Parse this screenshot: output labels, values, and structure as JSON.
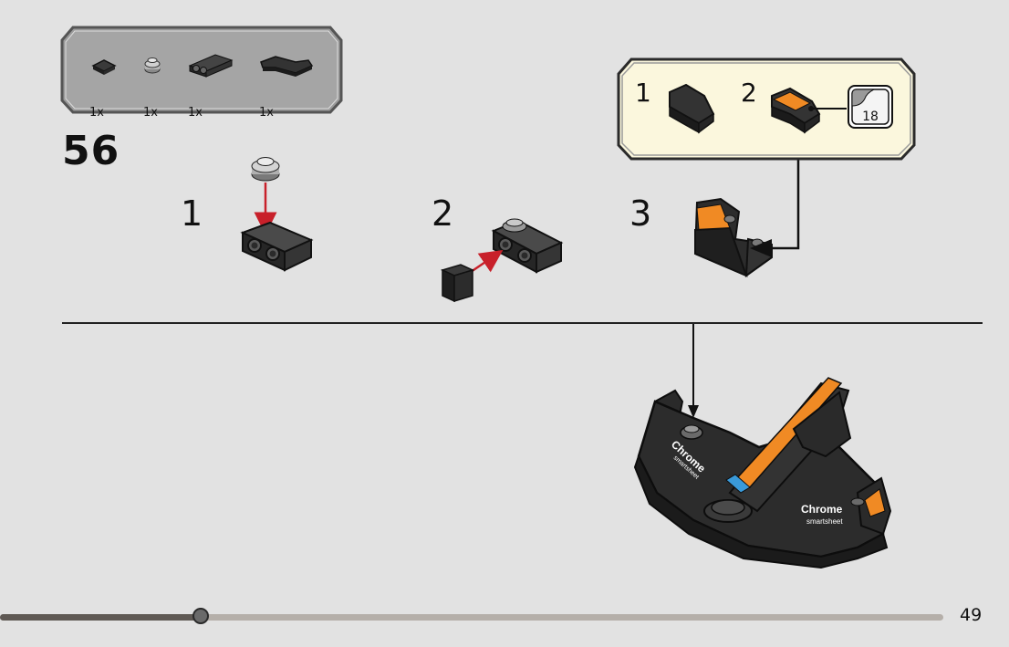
{
  "parts_list": {
    "items": [
      {
        "icon": "flat-tile-2x2-icon",
        "quantity": "1x"
      },
      {
        "icon": "round-plate-1x1-icon",
        "quantity": "1x"
      },
      {
        "icon": "bracket-plate-icon",
        "quantity": "1x"
      },
      {
        "icon": "corner-tile-icon",
        "quantity": "1x"
      }
    ]
  },
  "step": {
    "number": "56",
    "substeps": [
      "1",
      "2",
      "3"
    ]
  },
  "callout": {
    "steps": [
      "1",
      "2"
    ],
    "sticker_number": "18"
  },
  "model_stickers": {
    "left_text_1": "Chrome",
    "left_text_2": "smartsheet",
    "right_text_1": "Chrome",
    "right_text_2": "smartsheet"
  },
  "footer": {
    "page_number": "49",
    "progress": 0.21
  },
  "colors": {
    "background": "#e2e2e2",
    "brick_dark": "#2b2b2b",
    "accent_orange": "#f08a24",
    "arrow_red": "#c8202a",
    "callout_bg": "#fbf7dd"
  }
}
